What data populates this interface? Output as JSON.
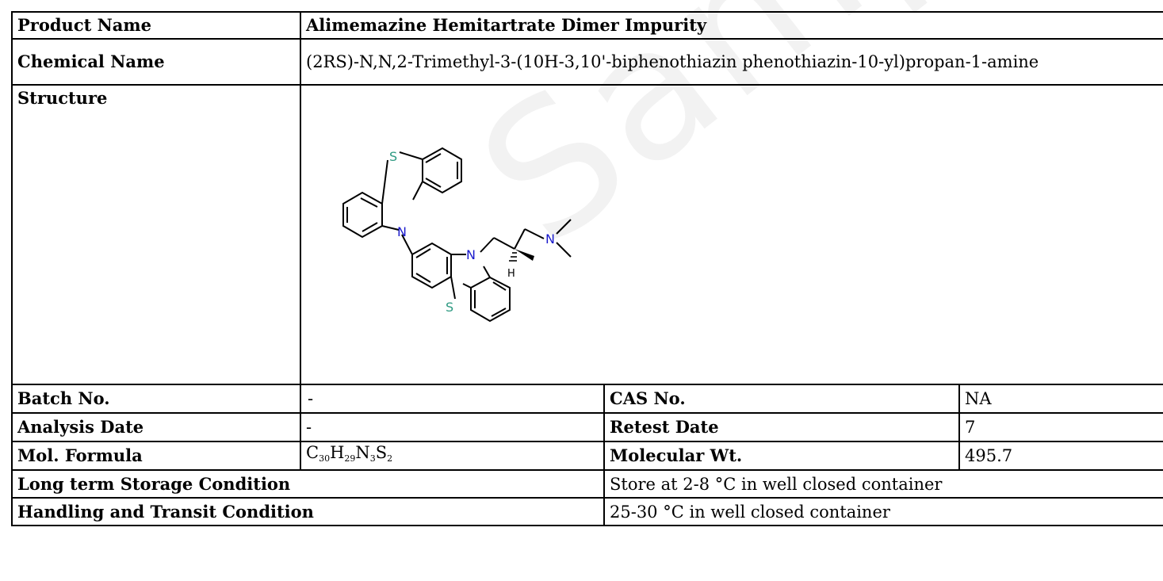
{
  "watermark": "Sample COA",
  "rows": {
    "product_name": {
      "label": "Product Name",
      "value": "Alimemazine Hemitartrate Dimer Impurity"
    },
    "chemical_name": {
      "label": "Chemical Name",
      "value": "(2RS)-N,N,2-Trimethyl-3-(10H-3,10'-biphenothiazin phenothiazin-10-yl)propan-1-amine"
    },
    "structure": {
      "label": "Structure",
      "atom_labels": {
        "s1": "S",
        "n1": "N",
        "n2": "N",
        "s2": "S",
        "n3": "N",
        "h": "H"
      },
      "colors": {
        "sulfur": "#2e9a82",
        "nitrogen": "#1a1acc",
        "bond": "#000000"
      }
    },
    "batch_no": {
      "label": "Batch No.",
      "value": "-"
    },
    "cas_no": {
      "label": "CAS No.",
      "value": "NA"
    },
    "analysis_date": {
      "label": "Analysis Date",
      "value": "-"
    },
    "retest_date": {
      "label": "Retest Date",
      "value": "7"
    },
    "mol_formula": {
      "label": "Mol. Formula",
      "parts": [
        {
          "el": "C",
          "n": "30"
        },
        {
          "el": "H",
          "n": "29"
        },
        {
          "el": "N",
          "n": "3"
        },
        {
          "el": "S",
          "n": "2"
        }
      ]
    },
    "molecular_wt": {
      "label": "Molecular Wt.",
      "value": "495.7"
    },
    "storage": {
      "label": "Long term Storage Condition",
      "value": "Store at 2-8 °C in well closed container"
    },
    "handling": {
      "label": "Handling and Transit Condition",
      "value": "25-30 °C in well closed container"
    }
  }
}
